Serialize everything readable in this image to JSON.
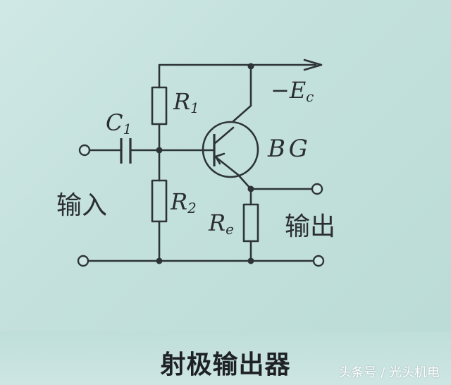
{
  "diagram": {
    "labels": {
      "c1": "C",
      "c1_sub": "1",
      "r1": "R",
      "r1_sub": "1",
      "r2": "R",
      "r2_sub": "2",
      "re": "R",
      "re_sub": "e",
      "ec": "−E",
      "ec_sub": "c",
      "bg": "BG",
      "input": "输入",
      "output": "输出"
    }
  },
  "caption": {
    "title": "射极输出器",
    "watermark": "头条号 / 光头机电"
  },
  "colors": {
    "background": "#c9e4e1",
    "ink": "#2d3436",
    "watermark": "#ffffff"
  }
}
